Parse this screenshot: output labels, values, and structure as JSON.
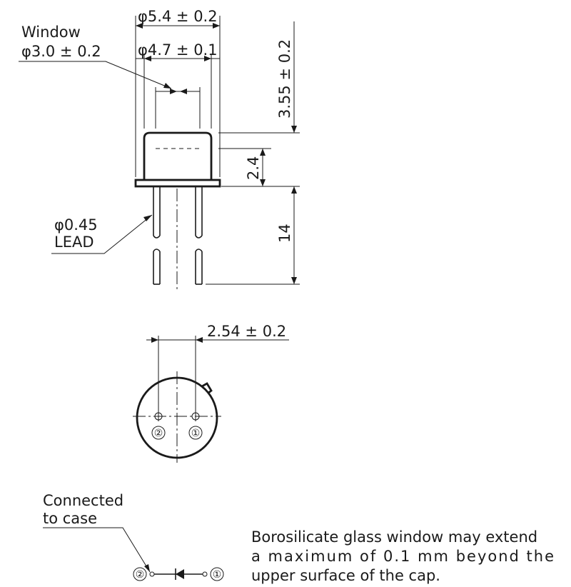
{
  "dimensions": {
    "outer_diameter": "φ5.4 ± 0.2",
    "cap_diameter": "φ4.7 ± 0.1",
    "window_label": "Window",
    "window_diameter": "φ3.0 ± 0.2",
    "height": "3.55 ± 0.2",
    "window_depth": "2.4",
    "lead_length": "14",
    "lead_diameter": "φ0.45",
    "lead_label": "LEAD",
    "pin_spacing": "2.54 ± 0.2"
  },
  "pins": {
    "pin1": "①",
    "pin2": "②"
  },
  "schematic": {
    "connected_line1": "Connected",
    "connected_line2": "to case"
  },
  "note": {
    "line1": "Borosilicate glass window may extend",
    "line2": "a maximum of 0.1 mm beyond the",
    "line3": "upper surface of the cap."
  }
}
